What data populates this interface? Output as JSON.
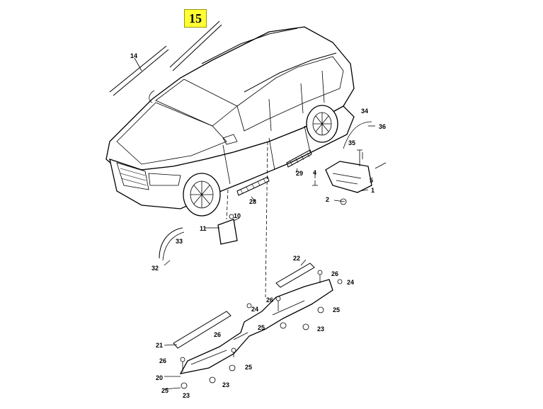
{
  "highlight_label": "15",
  "callouts": {
    "c1": "1",
    "c2": "2",
    "c4": "4",
    "c5": "5",
    "c10": "10",
    "c11": "11",
    "c14": "14",
    "c20": "20",
    "c21": "21",
    "c22": "22",
    "c23a": "23",
    "c23b": "23",
    "c23c": "23",
    "c24a": "24",
    "c24b": "24",
    "c25a": "25",
    "c25b": "25",
    "c25c": "25",
    "c25d": "25",
    "c26a": "26",
    "c26b": "26",
    "c26c": "26",
    "c26d": "26",
    "c28": "28",
    "c29": "29",
    "c32": "32",
    "c33": "33",
    "c34": "34",
    "c35": "35",
    "c36": "36"
  }
}
